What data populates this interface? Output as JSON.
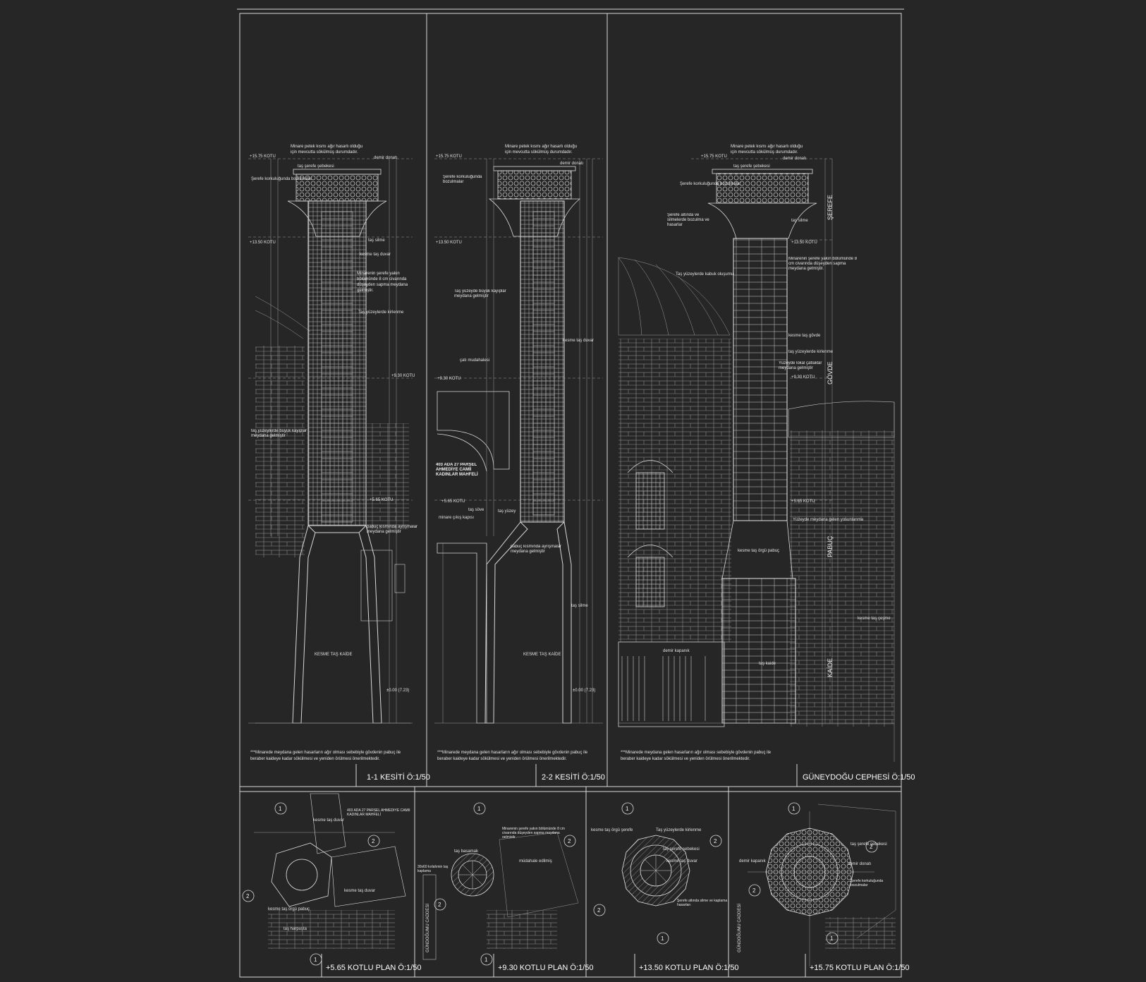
{
  "colors": {
    "background": "#262626",
    "line": "#d8d8d8",
    "hatch": "#8c8c8c"
  },
  "sections": {
    "s1": {
      "title": "1-1 KESİTİ Ö:1/50",
      "top_note": [
        "Minare petek kısmı ağır hasarlı olduğu",
        "için mevcutta sökülmüş durumdadır."
      ],
      "levels": [
        "+15.75 KOTU",
        "+13.50 KOTU",
        "+9.30 KOTU",
        "+5.65 KOTU",
        "±0.00 (7.23)"
      ],
      "labels": [
        "demir donatı",
        "taş şerefe şebekesi",
        "Şerefe korkuluğunda bozulmalar",
        "taş silme",
        "kesme taş duvar",
        "Minarenin şerefe yakın bölümünde 8 cm civarında düşeyden sapma meydana gelmiştir.",
        "Taş yüzeylerde kirlenme",
        "taş yüzeylerde büyük kayıplar meydana gelmiştir",
        "pabuç kısmında ayrışmalar meydana gelmiştir",
        "KESME TAŞ KAİDE"
      ],
      "footnote": [
        "***Minarede meydana gelen hasarların ağır olması sebebiyle gövdenin pabuç ile",
        "beraber kaideye kadar sökülmesi ve yeniden örülmesi önerilmektedir."
      ]
    },
    "s2": {
      "title": "2-2  KESİTİ Ö:1/50",
      "top_note": [
        "Minare petek kısmı ağır hasarlı olduğu",
        "için mevcutta sökülmüş durumdadır."
      ],
      "levels": [
        "+15.75 KOTU",
        "+13.50 KOTU",
        "+9.30 KOTU",
        "+5.65 KOTU",
        "±0.00 (7.23)"
      ],
      "labels": [
        "demir donatı",
        "Şerefe korkuluğunda bozulmalar",
        "Taş yüzeyde büyük kayıplar meydana gelmiştir",
        "kesme taş duvar",
        "çatı mudahalesi",
        "403 ADA 27 PARSEL AHMEDİYE CAMİİ KADINLAR MAHFELİ",
        "taş söve",
        "minare çıkış kapısı",
        "taş yüzey",
        "pabuç kısmında ayrışmalar meydana gelmiştir",
        "taş silme",
        "KESME TAŞ KAİDE"
      ],
      "footnote": [
        "***Minarede meydana gelen hasarların ağır olması sebebiyle gövdenin pabuç ile",
        "beraber kaideye kadar sökülmesi ve yeniden örülmesi önerilmektedir."
      ]
    },
    "s3": {
      "title": "GÜNEYDOĞU CEPHESİ Ö:1/50",
      "top_note": [
        "Minare petek kısmı ağır hasarlı olduğu",
        "için mevcutta sökülmüş durumdadır."
      ],
      "levels": [
        "+15.75 KOTU",
        "+13.50 KOTU",
        "+9.30 KOTU",
        "+5.65 KOTU"
      ],
      "zones": [
        "ŞEREFE",
        "GÖVDE",
        "PABUÇ",
        "KAİDE"
      ],
      "labels": [
        "demir donatı",
        "taş şerefe şebekesi",
        "Şerefe korkuluğunda bozulmalar",
        "Şerefe altında ve silmelerde bozulma ve hasarlar",
        "taş silme",
        "Taş yüzeylerde kabuk oluşumu",
        "Minarenin şerefe yakın bölümünde 8 cm civarında düşeyden sapma meydana gelmiştir.",
        "kesme taş gövde",
        "taş yüzeylerde kirlenme",
        "Yüzeyde lokal çatlaklar meydana gelmiştir",
        "Yüzeyde meydana gelen yosunlanma",
        "kesme taş örgü pabuç",
        "demir kapanık",
        "taş kaide",
        "kesme taş çeşme"
      ],
      "footnote": [
        "***Minarede meydana gelen hasarların ağır olması sebebiyle gövdenin pabuç ile",
        "beraber kaideye kadar sökülmesi ve yeniden örülmesi önerilmektedir."
      ]
    }
  },
  "plans": [
    {
      "title": "+5.65 KOTLU PLAN Ö:1/50",
      "labels": [
        "kesme taş duvar",
        "403 ADA 27 PARSEL AHMEDİYE CAMİİ KADINLAR MAHFELİ",
        "kesme taş örgü pabuç",
        "kesme taş duvar",
        "taş harpuşta"
      ]
    },
    {
      "title": "+9.30 KOTLU PLAN Ö:1/50",
      "labels": [
        "Minarenin şerefe yakın bölümünde 8 cm civarında düşeyden sapma meydana gelmiştir",
        "taş basamak",
        "müdahale edilmiş",
        "30x60 kırlahmin taş kaplama",
        "GÜNDOĞUMU CADDESİ"
      ]
    },
    {
      "title": "+13.50 KOTLU PLAN Ö:1/50",
      "labels": [
        "kesme taş örgü şerefe",
        "Taş yüzeylerde kirlenme",
        "taş şerefe şebekesi",
        "kesme taş duvar",
        "Şerefe altında silme ve kaplama hasarları"
      ]
    },
    {
      "title": "+15.75 KOTLU PLAN Ö:1/50",
      "labels": [
        "taş şerefe şebekesi",
        "demir kapanık",
        "demir donatı",
        "Şerefe korkuluğunda bozulmalar",
        "GÜNDOĞUMU CADDESİ"
      ]
    }
  ],
  "markers": [
    "1",
    "2"
  ]
}
